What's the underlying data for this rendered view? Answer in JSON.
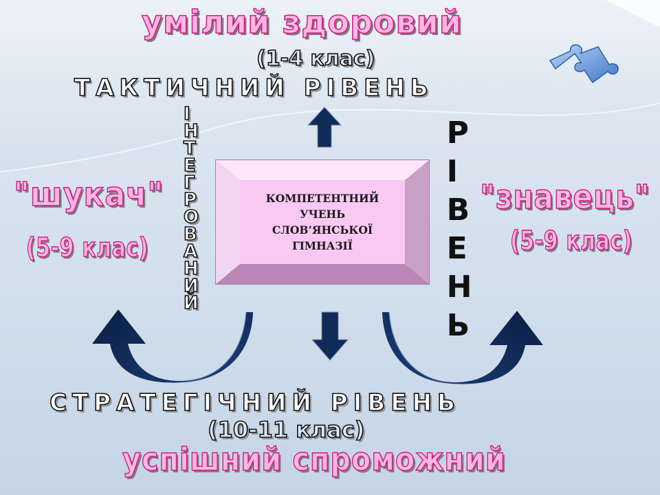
{
  "top": {
    "traits": "уміли&#1081;",
    "traits_text": "умілий  здоровий",
    "grades": "(1-4 клас)",
    "level": "ТАКТИЧНИЙ  РІВЕНЬ"
  },
  "left": {
    "role": "\"шукач\"",
    "grades": "(5-9 клас)",
    "vertical_word": "ІНТЕГРОВАНИЙ"
  },
  "right": {
    "role": "\"знавець\"",
    "grades": "(5-9 клас)",
    "vertical_word": "РІВЕНЬ"
  },
  "center": {
    "text": "КОМПЕТЕНТНИЙ\nУЧЕНЬ\nСЛОВ’ЯНСЬКОЇ\nГІМНАЗІЇ"
  },
  "bottom": {
    "level": "СТРАТЕГІЧНИЙ  РІВЕНЬ",
    "grades": "(10-11 клас)",
    "traits_text": "успішний   спроможний"
  },
  "colors": {
    "accent_pink": "#ffb6e3",
    "pink_stroke": "#d0197f",
    "arrow_navy": "#0f2b57",
    "box_pink": "#f9c8f3"
  },
  "icons": [
    "puzzle-piece-icon",
    "arrow-up-icon",
    "arrow-down-icon",
    "curved-arrow-left-icon",
    "curved-arrow-right-icon"
  ]
}
